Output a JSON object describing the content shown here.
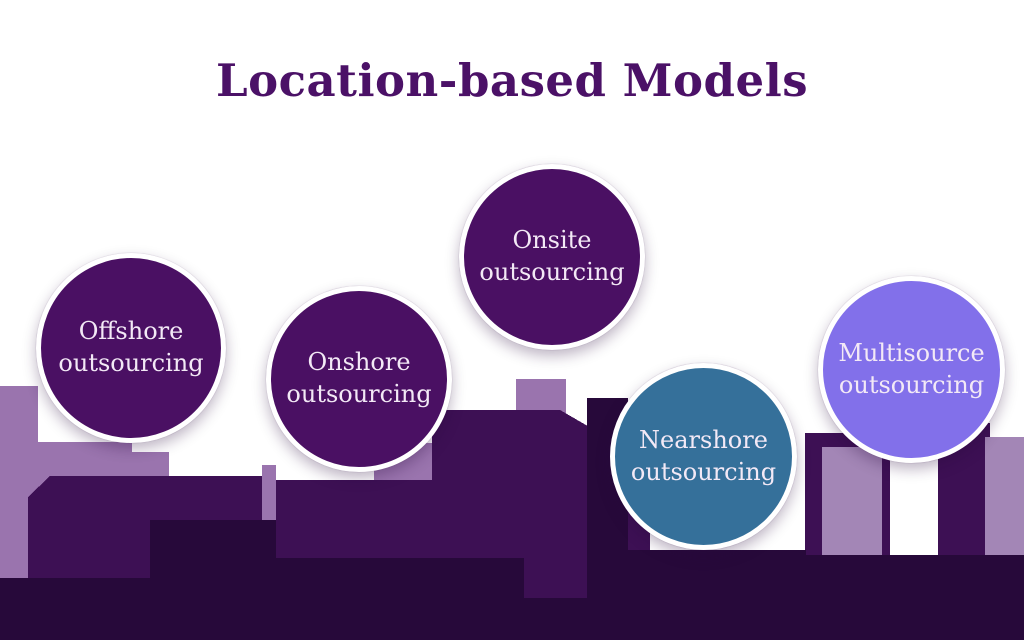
{
  "title": "Location-based Models",
  "colors": {
    "background": "#ffffff",
    "title": "#4b1167",
    "circle_text": "#f3e9f6",
    "circle_border": "#ffffff",
    "circle_dark_purple": "#4a1063",
    "circle_teal": "#35709a",
    "circle_lavender": "#8270ea",
    "skyline_back": "#9a74ae",
    "skyline_back_alt": "#a386b6",
    "skyline_mid": "#3d1054",
    "skyline_front": "#27093a"
  },
  "models": [
    {
      "name": "Offshore outsourcing",
      "line1": "Offshore",
      "line2": "outsourcing",
      "color": "#4a1063"
    },
    {
      "name": "Onshore outsourcing",
      "line1": "Onshore",
      "line2": "outsourcing",
      "color": "#4a1063"
    },
    {
      "name": "Onsite outsourcing",
      "line1": "Onsite",
      "line2": "outsourcing",
      "color": "#4a1063"
    },
    {
      "name": "Nearshore outsourcing",
      "line1": "Nearshore",
      "line2": "outsourcing",
      "color": "#35709a"
    },
    {
      "name": "Multisource outsourcing",
      "line1": "Multisource",
      "line2": "outsourcing",
      "color": "#8270ea"
    }
  ]
}
